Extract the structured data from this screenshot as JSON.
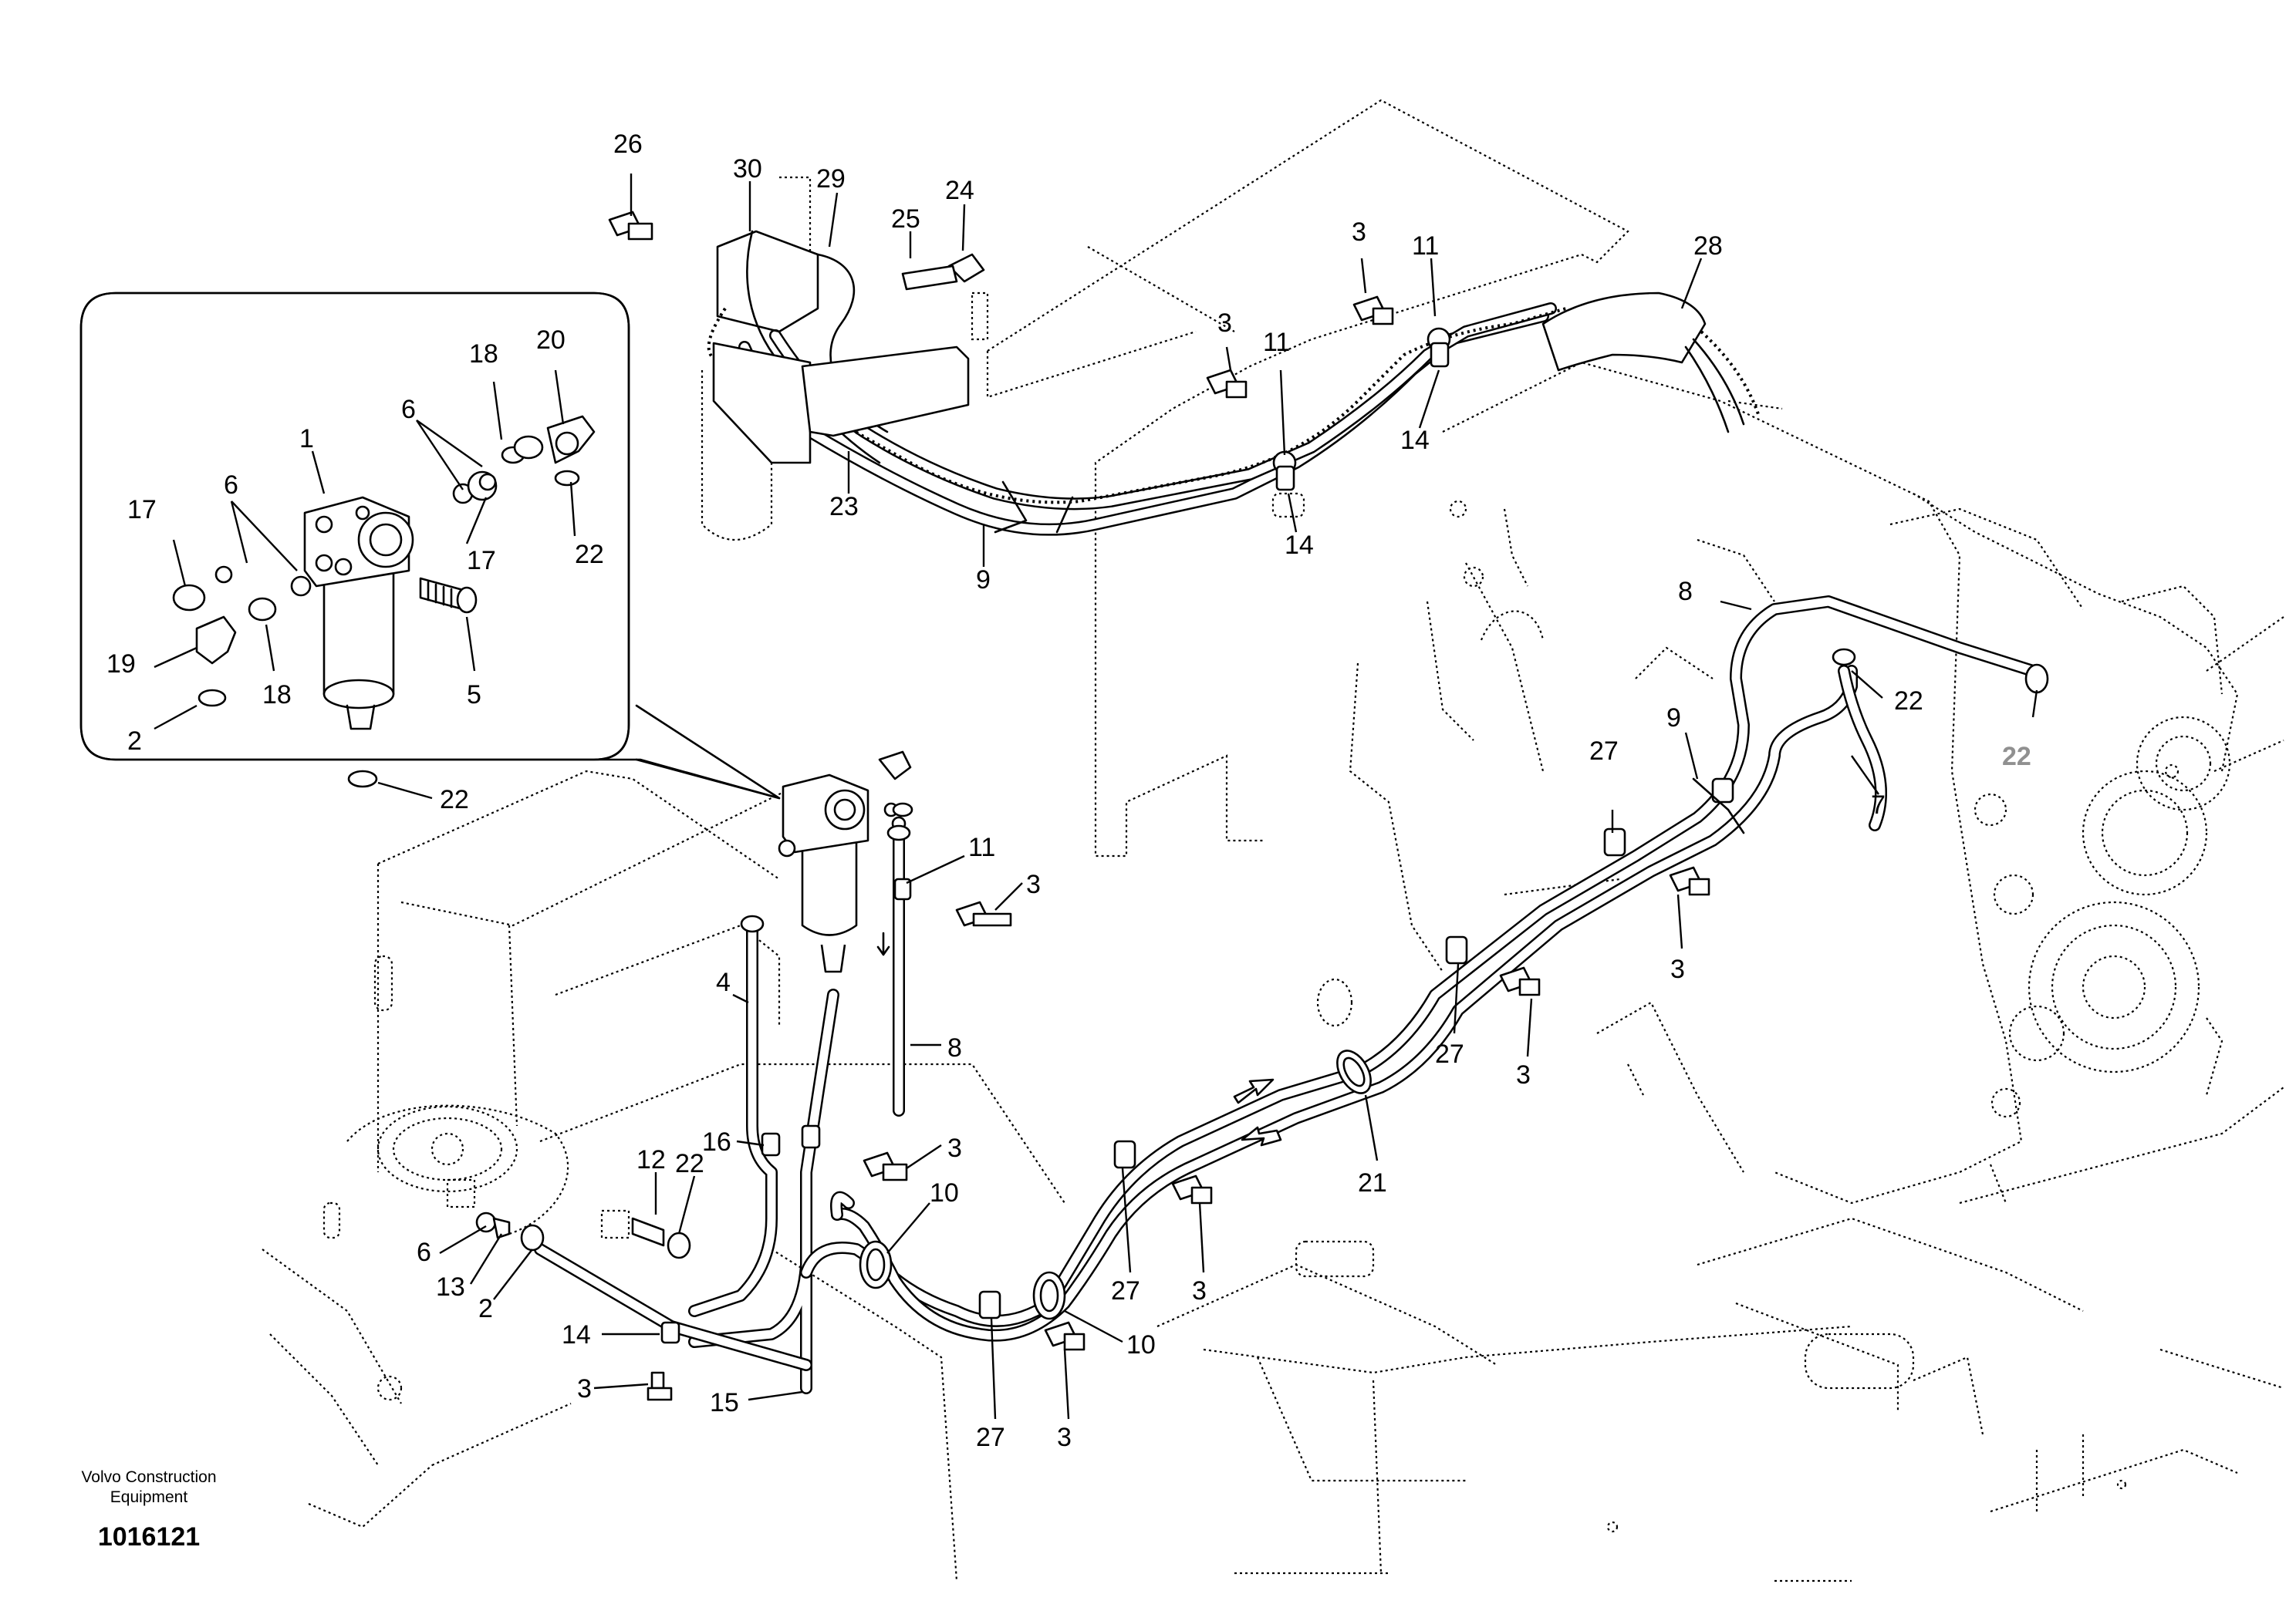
{
  "callouts": [
    {
      "id": "c26a",
      "text": "26"
    },
    {
      "id": "c30",
      "text": "30"
    },
    {
      "id": "c29",
      "text": "29"
    },
    {
      "id": "c25",
      "text": "25"
    },
    {
      "id": "c24",
      "text": "24"
    },
    {
      "id": "c3a",
      "text": "3"
    },
    {
      "id": "c11a",
      "text": "11"
    },
    {
      "id": "c28",
      "text": "28"
    },
    {
      "id": "c3b",
      "text": "3"
    },
    {
      "id": "c11b",
      "text": "11"
    },
    {
      "id": "c14a",
      "text": "14"
    },
    {
      "id": "c14b",
      "text": "14"
    },
    {
      "id": "c23",
      "text": "23"
    },
    {
      "id": "c9a",
      "text": "9"
    },
    {
      "id": "c20",
      "text": "20"
    },
    {
      "id": "c18a",
      "text": "18"
    },
    {
      "id": "c1",
      "text": "1"
    },
    {
      "id": "c6a",
      "text": "6"
    },
    {
      "id": "c6b",
      "text": "6"
    },
    {
      "id": "c17a",
      "text": "17"
    },
    {
      "id": "c17b",
      "text": "17"
    },
    {
      "id": "c22a",
      "text": "22"
    },
    {
      "id": "c19",
      "text": "19"
    },
    {
      "id": "c18b",
      "text": "18"
    },
    {
      "id": "c5",
      "text": "5"
    },
    {
      "id": "c2a",
      "text": "2"
    },
    {
      "id": "c22b",
      "text": "22"
    },
    {
      "id": "c8a",
      "text": "8"
    },
    {
      "id": "c22c",
      "text": "22"
    },
    {
      "id": "c22d",
      "text": "22"
    },
    {
      "id": "c9b",
      "text": "9"
    },
    {
      "id": "c7",
      "text": "7"
    },
    {
      "id": "c27a",
      "text": "27"
    },
    {
      "id": "c11c",
      "text": "11"
    },
    {
      "id": "c3c",
      "text": "3"
    },
    {
      "id": "c3d",
      "text": "3"
    },
    {
      "id": "c4",
      "text": "4"
    },
    {
      "id": "c8b",
      "text": "8"
    },
    {
      "id": "c27b",
      "text": "27"
    },
    {
      "id": "c3e",
      "text": "3"
    },
    {
      "id": "c16",
      "text": "16"
    },
    {
      "id": "c3f",
      "text": "3"
    },
    {
      "id": "c21",
      "text": "21"
    },
    {
      "id": "c12",
      "text": "12"
    },
    {
      "id": "c22e",
      "text": "22"
    },
    {
      "id": "c10a",
      "text": "10"
    },
    {
      "id": "c6c",
      "text": "6"
    },
    {
      "id": "c13",
      "text": "13"
    },
    {
      "id": "c2b",
      "text": "2"
    },
    {
      "id": "c27c",
      "text": "27"
    },
    {
      "id": "c3g",
      "text": "3"
    },
    {
      "id": "c14c",
      "text": "14"
    },
    {
      "id": "c10b",
      "text": "10"
    },
    {
      "id": "c3h",
      "text": "3"
    },
    {
      "id": "c15",
      "text": "15"
    },
    {
      "id": "c27d",
      "text": "27"
    },
    {
      "id": "c3i",
      "text": "3"
    }
  ],
  "footer": {
    "company_line1": "Volvo Construction",
    "company_line2": "Equipment",
    "drawing_number": "1016121"
  },
  "colors": {
    "line": "#000000",
    "background": "#ffffff",
    "faded_callout": "#909090"
  }
}
